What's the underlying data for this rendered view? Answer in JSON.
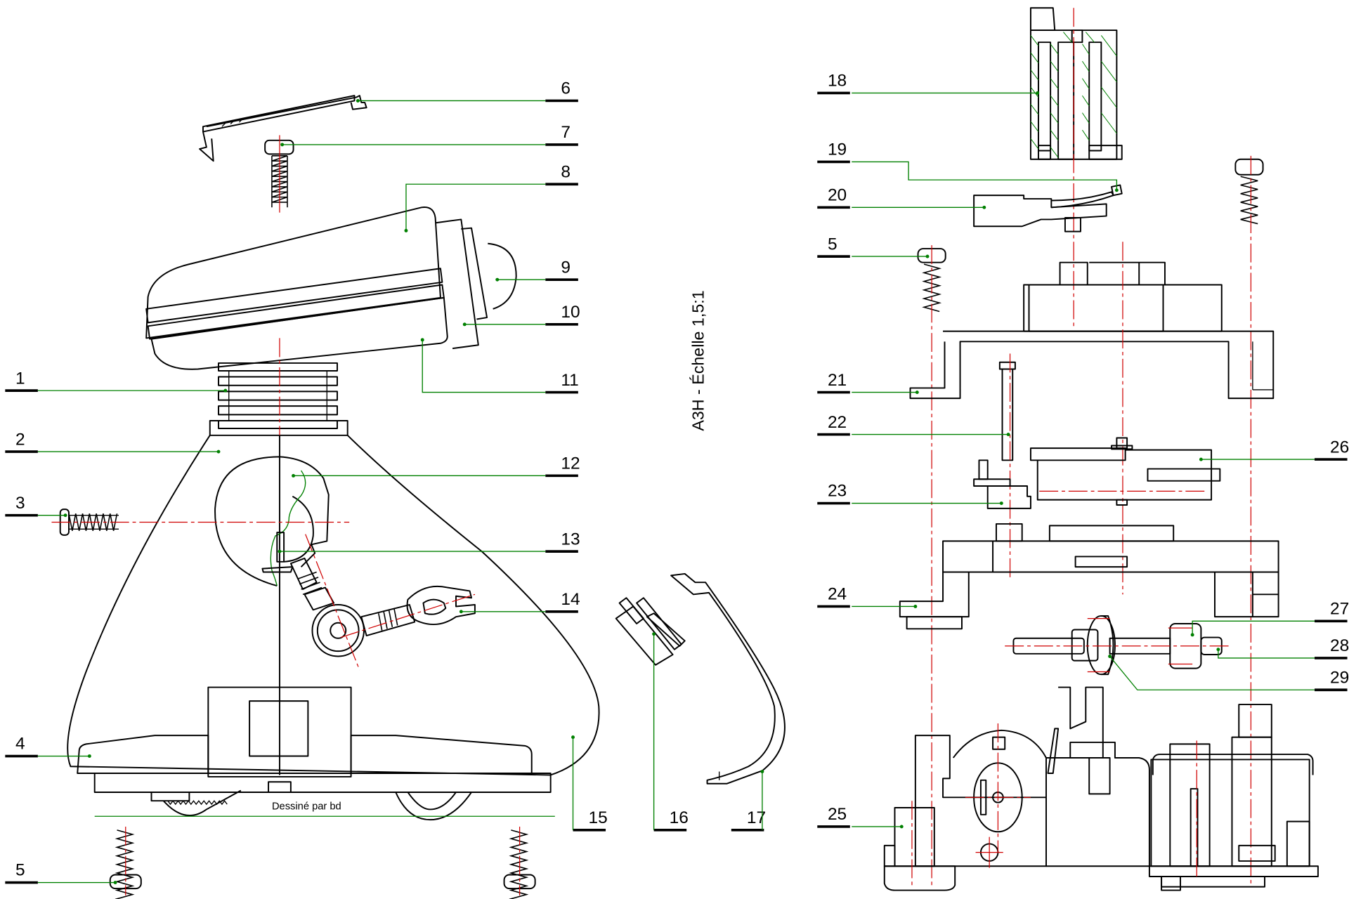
{
  "drawing": {
    "title": "A3H - Échelle 1,5:1",
    "author_note": "Dessiné par bd",
    "colors": {
      "outline": "#000000",
      "axis": "#d00000",
      "leader": "#008000",
      "background": "#ffffff"
    },
    "references": [
      {
        "id": "1",
        "label": "1"
      },
      {
        "id": "2",
        "label": "2"
      },
      {
        "id": "3",
        "label": "3"
      },
      {
        "id": "4",
        "label": "4"
      },
      {
        "id": "5a",
        "label": "5"
      },
      {
        "id": "6",
        "label": "6"
      },
      {
        "id": "7",
        "label": "7"
      },
      {
        "id": "8",
        "label": "8"
      },
      {
        "id": "9",
        "label": "9"
      },
      {
        "id": "10",
        "label": "10"
      },
      {
        "id": "11",
        "label": "11"
      },
      {
        "id": "12",
        "label": "12"
      },
      {
        "id": "13",
        "label": "13"
      },
      {
        "id": "14",
        "label": "14"
      },
      {
        "id": "15",
        "label": "15"
      },
      {
        "id": "16",
        "label": "16"
      },
      {
        "id": "17",
        "label": "17"
      },
      {
        "id": "18",
        "label": "18"
      },
      {
        "id": "19",
        "label": "19"
      },
      {
        "id": "20",
        "label": "20"
      },
      {
        "id": "5b",
        "label": "5"
      },
      {
        "id": "21",
        "label": "21"
      },
      {
        "id": "22",
        "label": "22"
      },
      {
        "id": "23",
        "label": "23"
      },
      {
        "id": "24",
        "label": "24"
      },
      {
        "id": "25",
        "label": "25"
      },
      {
        "id": "26",
        "label": "26"
      },
      {
        "id": "27",
        "label": "27"
      },
      {
        "id": "28",
        "label": "28"
      },
      {
        "id": "29",
        "label": "29"
      }
    ]
  }
}
